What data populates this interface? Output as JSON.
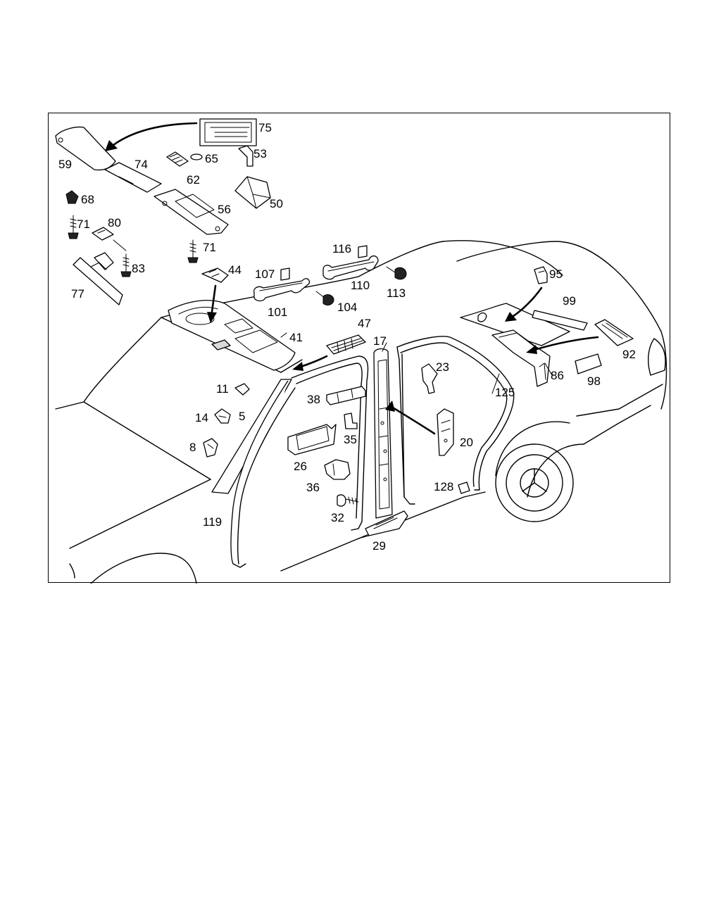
{
  "diagram": {
    "callouts": [
      {
        "id": "75",
        "text": "75"
      },
      {
        "id": "59",
        "text": "59"
      },
      {
        "id": "74",
        "text": "74"
      },
      {
        "id": "65",
        "text": "65"
      },
      {
        "id": "53",
        "text": "53"
      },
      {
        "id": "62",
        "text": "62"
      },
      {
        "id": "50",
        "text": "50"
      },
      {
        "id": "68",
        "text": "68"
      },
      {
        "id": "56",
        "text": "56"
      },
      {
        "id": "71a",
        "text": "71"
      },
      {
        "id": "80",
        "text": "80"
      },
      {
        "id": "71b",
        "text": "71"
      },
      {
        "id": "83",
        "text": "83"
      },
      {
        "id": "77",
        "text": "77"
      },
      {
        "id": "44",
        "text": "44"
      },
      {
        "id": "116",
        "text": "116"
      },
      {
        "id": "107",
        "text": "107"
      },
      {
        "id": "110",
        "text": "110"
      },
      {
        "id": "113",
        "text": "113"
      },
      {
        "id": "95",
        "text": "95"
      },
      {
        "id": "99",
        "text": "99"
      },
      {
        "id": "101",
        "text": "101"
      },
      {
        "id": "104",
        "text": "104"
      },
      {
        "id": "47",
        "text": "47"
      },
      {
        "id": "41",
        "text": "41"
      },
      {
        "id": "17",
        "text": "17"
      },
      {
        "id": "92",
        "text": "92"
      },
      {
        "id": "23",
        "text": "23"
      },
      {
        "id": "86",
        "text": "86"
      },
      {
        "id": "98",
        "text": "98"
      },
      {
        "id": "11",
        "text": "11"
      },
      {
        "id": "125",
        "text": "125"
      },
      {
        "id": "38",
        "text": "38"
      },
      {
        "id": "14",
        "text": "14"
      },
      {
        "id": "5",
        "text": "5"
      },
      {
        "id": "35",
        "text": "35"
      },
      {
        "id": "20",
        "text": "20"
      },
      {
        "id": "8",
        "text": "8"
      },
      {
        "id": "26",
        "text": "26"
      },
      {
        "id": "36",
        "text": "36"
      },
      {
        "id": "128",
        "text": "128"
      },
      {
        "id": "32",
        "text": "32"
      },
      {
        "id": "119",
        "text": "119"
      },
      {
        "id": "29",
        "text": "29"
      }
    ]
  }
}
